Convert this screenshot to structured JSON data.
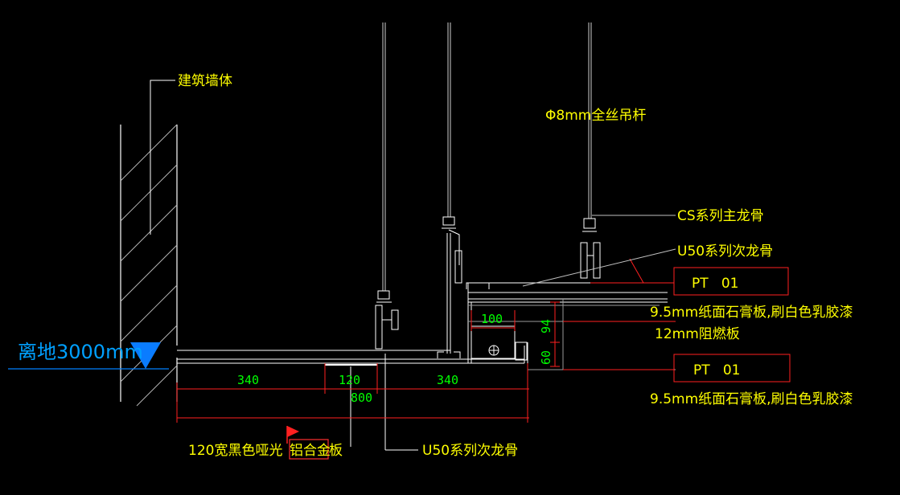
{
  "labels": {
    "wall": "建筑墙体",
    "rod": "Φ8mm全丝吊杆",
    "main_keel": "CS系列主龙骨",
    "sub_keel_top": "U50系列次龙骨",
    "pt_top": "PT   01",
    "board_top": "9.5mm纸面石膏板,刷白色乳胶漆",
    "fire_board": "12mm阻燃板",
    "pt_bottom": "PT   01",
    "board_bottom": "9.5mm纸面石膏板,刷白色乳胶漆",
    "alu_prefix": "120宽黑色哑光",
    "alu_boxed": "铝合金",
    "alu_suffix": "板",
    "sub_keel_bottom": "U50系列次龙骨",
    "level": "离地3000mm"
  },
  "dims": {
    "d340a": "340",
    "d120": "120",
    "d340b": "340",
    "d800": "800",
    "d100": "100",
    "d94": "94",
    "d60": "60"
  },
  "colors": {
    "background": "#000000",
    "line": "#ffffff",
    "label": "#ffff00",
    "dimension": "#00ff00",
    "red": "#ff0000",
    "level": "#0080ff",
    "gray": "#9a9a9a"
  }
}
